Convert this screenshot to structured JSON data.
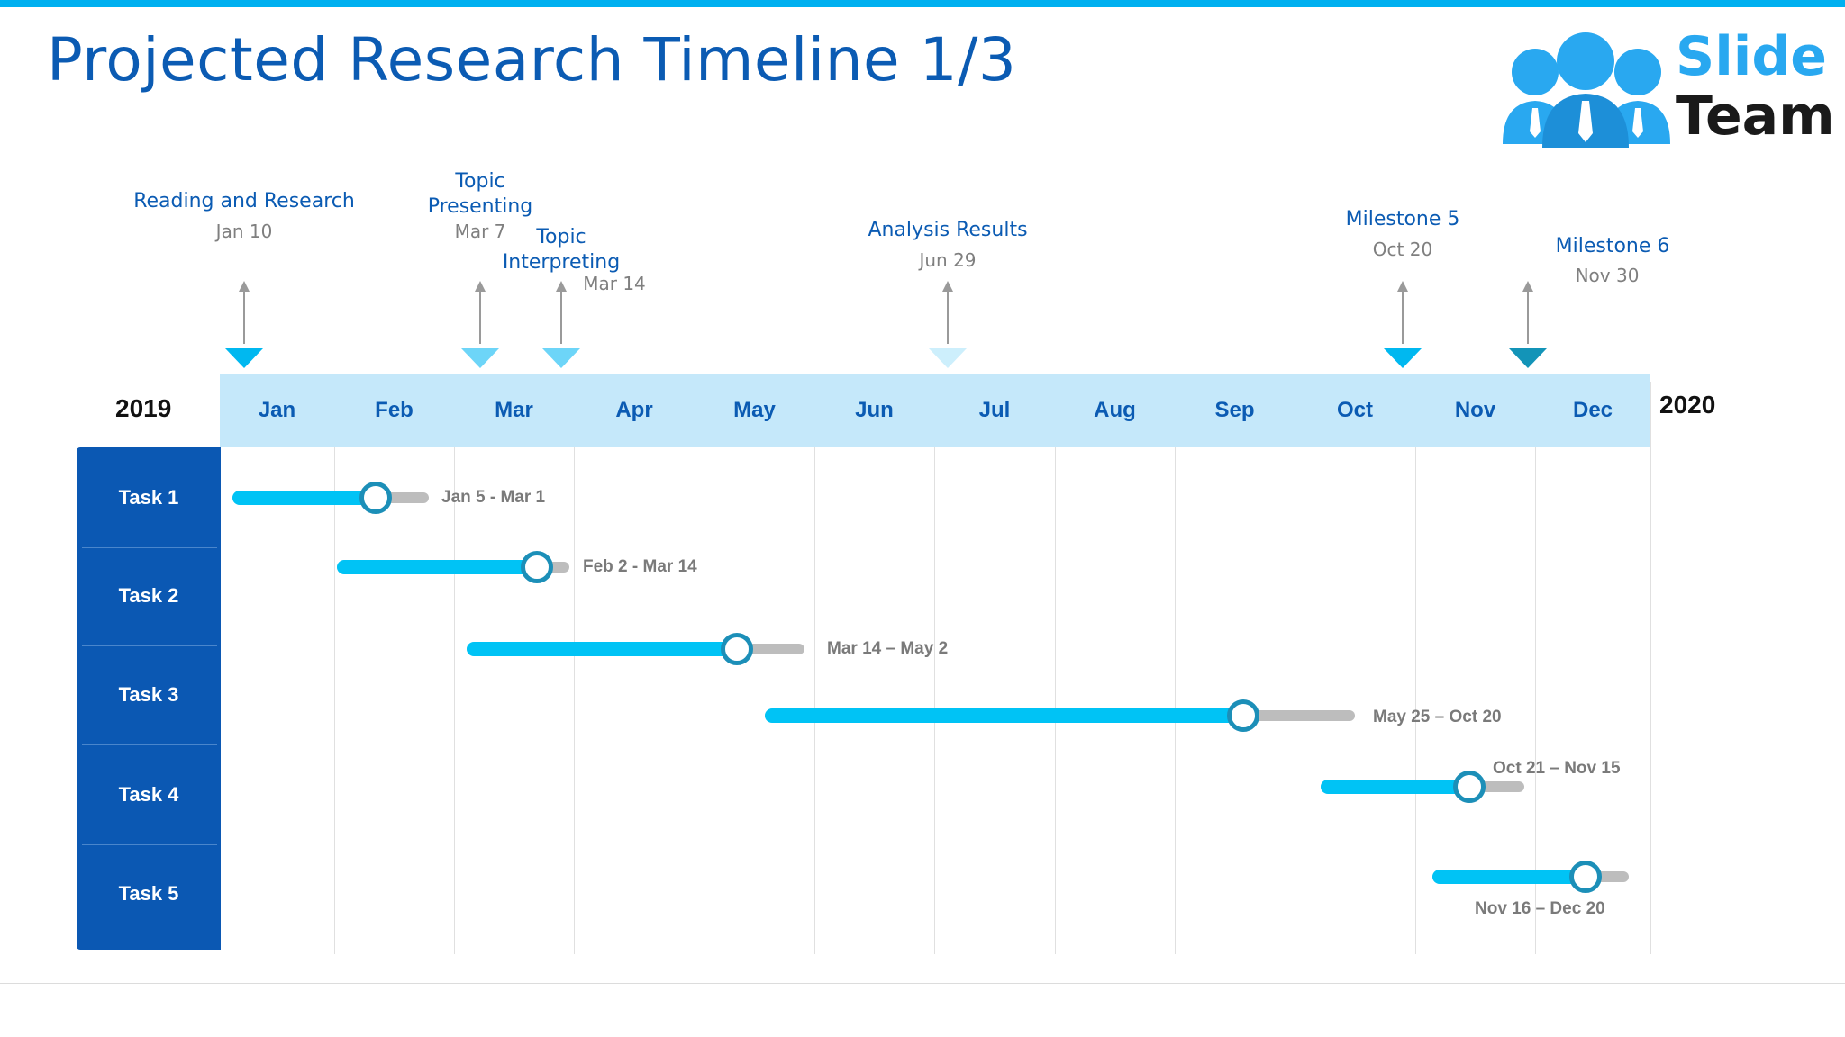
{
  "title": "Projected Research Timeline 1/3",
  "logo": {
    "line1": "Slide",
    "line2": "Team",
    "icon": "people-group-icon"
  },
  "years": {
    "start": "2019",
    "end": "2020"
  },
  "months": [
    "Jan",
    "Feb",
    "Mar",
    "Apr",
    "May",
    "Jun",
    "Jul",
    "Aug",
    "Sep",
    "Oct",
    "Nov",
    "Dec"
  ],
  "milestones": [
    {
      "label_lines": [
        "Reading and Research"
      ],
      "date": "Jan 10",
      "marker_color": "#00b8f0"
    },
    {
      "label_lines": [
        "Topic",
        "Presenting"
      ],
      "date": "Mar 7",
      "marker_color": "#6dd5f8"
    },
    {
      "label_lines": [
        "Topic",
        "Interpreting"
      ],
      "date": "Mar 14",
      "marker_color": "#6dd5f8"
    },
    {
      "label_lines": [
        "Analysis Results"
      ],
      "date": "Jun 29",
      "marker_color": "#cdeffc"
    },
    {
      "label_lines": [
        "Milestone 5"
      ],
      "date": "Oct 20",
      "marker_color": "#00b8f0"
    },
    {
      "label_lines": [
        "Milestone 6"
      ],
      "date": "Nov 30",
      "marker_color": "#1394b8"
    }
  ],
  "tasks": [
    "Task 1",
    "Task 2",
    "Task 3",
    "Task 4",
    "Task 5"
  ],
  "bars": [
    {
      "range": "Jan 5 - Mar 1",
      "progress": 0.73
    },
    {
      "range": "Feb 2 - Mar 14",
      "progress": 0.86
    },
    {
      "range": "Mar 14 – May 2",
      "progress": 0.8
    },
    {
      "range": "May 25 – Oct 20",
      "progress": 0.81
    },
    {
      "range": "Oct 21 – Nov 15",
      "progress": 0.73
    },
    {
      "range": "Nov 16 – Dec 20",
      "progress": 0.78
    }
  ],
  "colors": {
    "accent": "#00c3f5",
    "brand": "#0b58b3",
    "track": "#bdbdbd",
    "month_band": "#c5e8fa"
  }
}
